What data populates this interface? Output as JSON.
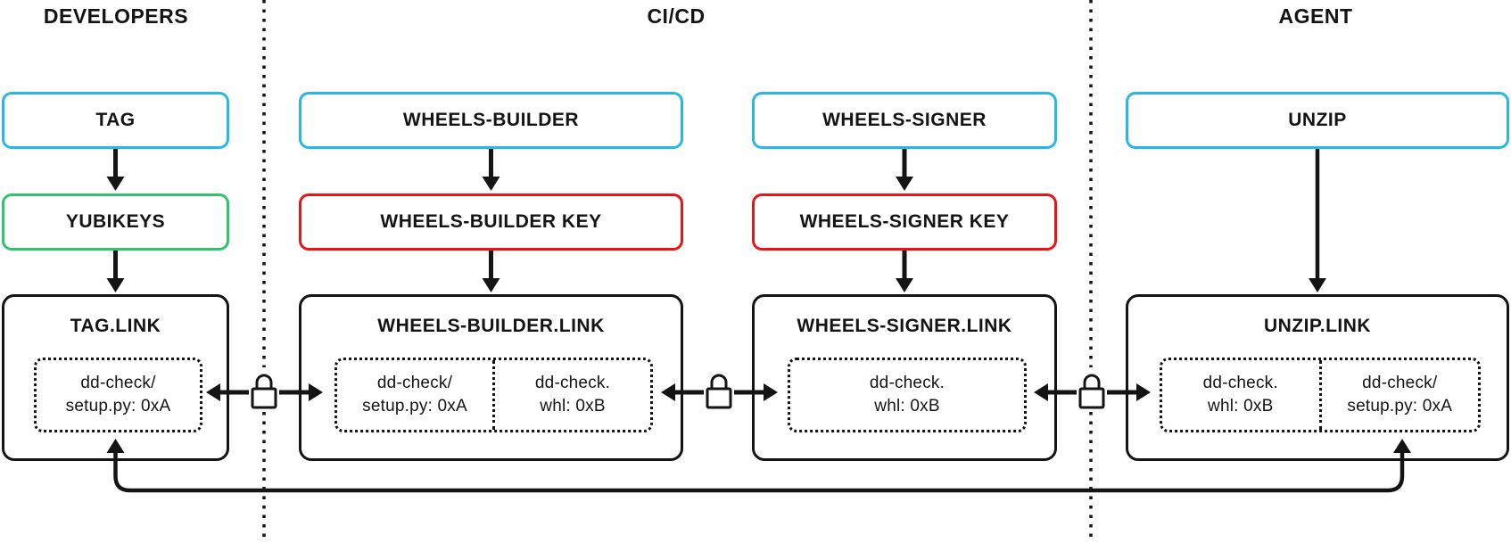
{
  "colors": {
    "accent_cyan": "#29b6e8",
    "accent_green": "#2fc46d",
    "accent_red": "#ea1414",
    "ink": "#141414"
  },
  "section_titles": {
    "developers": "DEVELOPERS",
    "cicd": "CI/CD",
    "agent": "AGENT"
  },
  "nodes": {
    "tag": "TAG",
    "yubikeys": "YUBIKEYS",
    "wheels_builder": "WHEELS-BUILDER",
    "wheels_builder_key": "WHEELS-BUILDER KEY",
    "wheels_signer": "WHEELS-SIGNER",
    "wheels_signer_key": "WHEELS-SIGNER KEY",
    "unzip": "UNZIP"
  },
  "link_boxes": {
    "tag_link": {
      "title": "TAG.LINK",
      "artifacts": [
        {
          "line1": "dd-check/",
          "line2": "setup.py: 0xA"
        }
      ]
    },
    "wheels_builder_link": {
      "title": "WHEELS-BUILDER.LINK",
      "artifacts": [
        {
          "line1": "dd-check/",
          "line2": "setup.py: 0xA"
        },
        {
          "line1": "dd-check.",
          "line2": "whl: 0xB"
        }
      ]
    },
    "wheels_signer_link": {
      "title": "WHEELS-SIGNER.LINK",
      "artifacts": [
        {
          "line1": "dd-check.",
          "line2": "whl: 0xB"
        }
      ]
    },
    "unzip_link": {
      "title": "UNZIP.LINK",
      "artifacts": [
        {
          "line1": "dd-check.",
          "line2": "whl: 0xB"
        },
        {
          "line1": "dd-check/",
          "line2": "setup.py: 0xA"
        }
      ]
    }
  },
  "icons": {
    "lock": "closed-padlock"
  }
}
